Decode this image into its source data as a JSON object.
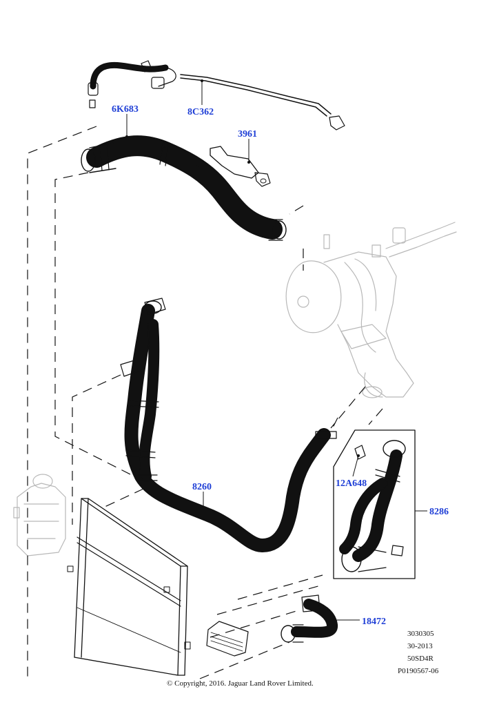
{
  "callouts": {
    "c6K683": "6K683",
    "c8C362": "8C362",
    "c3961": "3961",
    "c8260": "8260",
    "c12A648": "12A648",
    "c8286": "8286",
    "c18472": "18472"
  },
  "reference_block": [
    "3030305",
    "30-2013",
    "50SD4R",
    "P0190567-06"
  ],
  "copyright": "© Copyright, 2016. Jaguar Land Rover Limited.",
  "colors": {
    "callout": "#1f3fd6",
    "line": "#111111",
    "ghost": "#b8b8b8"
  }
}
